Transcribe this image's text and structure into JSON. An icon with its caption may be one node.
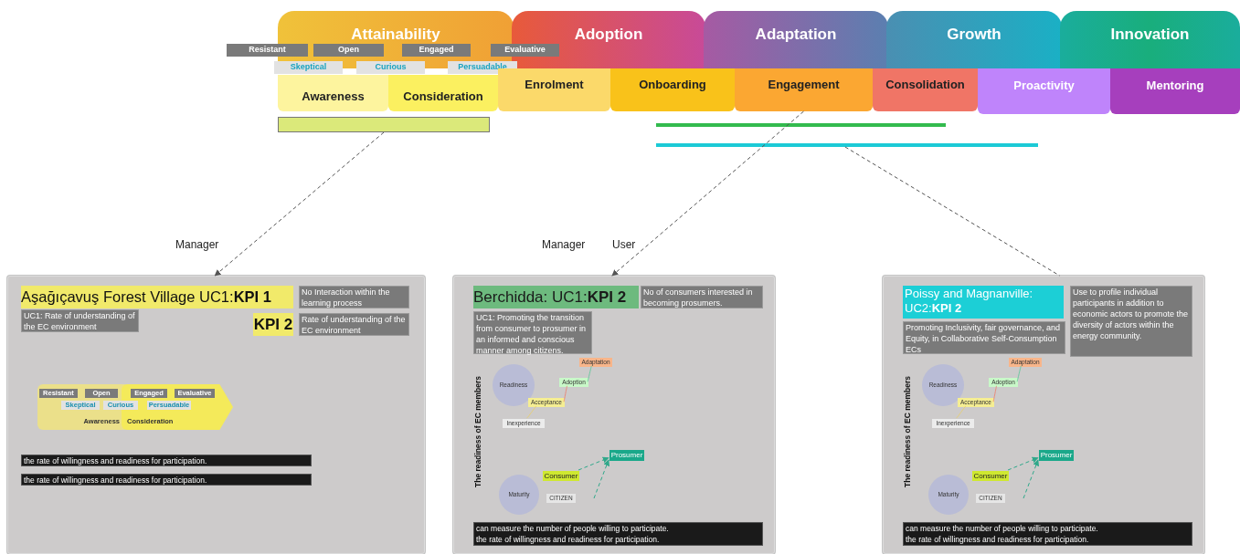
{
  "diagram": {
    "nodes": [
      {
        "text": [
          "Attainability"
        ]
      },
      {
        "text": [
          "Adoption"
        ]
      },
      {
        "text": [
          "Adaptation"
        ]
      },
      {
        "text": [
          "Growth"
        ]
      },
      {
        "text": [
          "Innovation"
        ]
      },
      {
        "text": [
          "Resistant"
        ]
      },
      {
        "text": [
          "Open"
        ],
        "in": 0
      },
      {
        "text": [
          "Engaged"
        ],
        "in": 0
      },
      {
        "text": [
          "Evaluative"
        ]
      },
      {
        "text": [
          "Skeptical"
        ]
      },
      {
        "text": [
          "Curious"
        ]
      },
      {
        "text": [
          "Persuadable"
        ]
      },
      {
        "text": [
          "Awareness"
        ]
      },
      {
        "text": [
          "Consideration"
        ]
      },
      {
        "text": [
          "Enrolment"
        ]
      },
      {
        "text": [
          "Onboarding"
        ]
      },
      {
        "text": [
          "Engagement"
        ]
      },
      {
        "text": [
          "Consolidation"
        ]
      },
      {
        "text": [
          "Proactivity"
        ]
      },
      {
        "text": [
          "Mentoring"
        ]
      },
      {
        "text": [],
        "shape": "bar"
      },
      {
        "text": [],
        "shape": "bar"
      },
      {
        "text": [],
        "shape": "bar"
      },
      {
        "text": [],
        "shape": "box"
      },
      {
        "text": [
          "Aşağıçavuş Forest Village UC1:**KPI 1**"
        ],
        "in": 23
      },
      {
        "text": [
          "No Interaction within the learning process"
        ],
        "in": 23
      },
      {
        "text": [
          "UC1: Rate of understanding of the EC environment"
        ],
        "in": 23
      },
      {
        "text": [
          "KPI 2"
        ],
        "in": 23
      },
      {
        "text": [
          "Rate of understanding of the EC environment"
        ],
        "in": 23
      },
      {
        "text": [
          "Awareness"
        ],
        "in": 23
      },
      {
        "text": [
          "Consideration"
        ],
        "in": 23
      },
      {
        "text": [
          "Resistant"
        ],
        "in": 29
      },
      {
        "text": [
          "Open"
        ],
        "in": 29
      },
      {
        "text": [
          "Engaged"
        ],
        "in": 30
      },
      {
        "text": [
          "Evaluative"
        ],
        "in": 30
      },
      {
        "text": [
          "Skeptical"
        ],
        "in": 29
      },
      {
        "text": [
          "Curious"
        ],
        "in": 23
      },
      {
        "text": [
          "Persuadable"
        ],
        "in": 30
      },
      {
        "text": [
          "the rate of willingness and readiness for participation."
        ],
        "in": 23
      },
      {
        "text": [
          "the rate of willingness and readiness for participation."
        ],
        "in": 23
      },
      {
        "text": [],
        "shape": "box"
      },
      {
        "text": [
          "Berchidda: UC1:**KPI 2**"
        ],
        "in": 40
      },
      {
        "text": [
          "No of consumers interested in becoming prosumers."
        ],
        "in": 40
      },
      {
        "text": [
          "UC1: Promoting the transition from consumer to prosumer in an informed and conscious manner among citizens."
        ],
        "in": 40
      },
      {
        "text": [
          "Readiness"
        ],
        "in": 40
      },
      {
        "text": [
          "Adaptation"
        ],
        "in": 40
      },
      {
        "text": [
          "Adoption"
        ],
        "in": 40
      },
      {
        "text": [
          "Acceptance"
        ],
        "in": 40
      },
      {
        "text": [
          "Inexperience"
        ],
        "in": 40
      },
      {
        "text": [
          "Prosumer"
        ],
        "in": 40
      },
      {
        "text": [
          "Consumer"
        ],
        "in": 40
      },
      {
        "text": [
          "Maturity"
        ],
        "in": 40
      },
      {
        "text": [
          "CITIZEN"
        ],
        "in": 40
      },
      {
        "text": [
          "can measure the number of people willing to participate.",
          "the rate of willingness and readiness for participation."
        ],
        "in": 40
      },
      {
        "text": [],
        "shape": "box"
      },
      {
        "text": [
          "Poissy and Magnanville: UC2:**KPI 2**"
        ],
        "in": 54
      },
      {
        "text": [
          "Use to profile individual participants in addition to economic actors to promote the diversity of actors within the energy community."
        ],
        "in": 54
      },
      {
        "text": [
          "Promoting Inclusivity, fair governance, and Equity, in Collaborative Self-Consumption ECs"
        ],
        "in": 54
      },
      {
        "text": [
          "Readiness"
        ],
        "in": 54
      },
      {
        "text": [
          "Adaptation"
        ],
        "in": 54
      },
      {
        "text": [
          "Adoption"
        ],
        "in": 54
      },
      {
        "text": [
          "Acceptance"
        ],
        "in": 54
      },
      {
        "text": [
          "Inexperience"
        ],
        "in": 54
      },
      {
        "text": [
          "Prosumer"
        ],
        "in": 54
      },
      {
        "text": [
          "Consumer"
        ],
        "in": 54
      },
      {
        "text": [
          "Maturity"
        ],
        "in": 54
      },
      {
        "text": [
          "CITIZEN"
        ],
        "in": 54
      },
      {
        "text": [
          "can measure the number of people willing to participate.",
          "the rate of willingness and readiness for participation."
        ],
        "in": 54
      }
    ],
    "edges": [
      {
        "from": 20,
        "to": 23,
        "arrow": "to",
        "style": "dashed"
      },
      {
        "from": 16,
        "to": 40,
        "arrow": "to",
        "style": "dashed"
      },
      {
        "from": 22,
        "to": 54,
        "arrow": "none",
        "style": "dashed"
      },
      {
        "from": 48,
        "to": 47,
        "arrow": "none",
        "color": "#e6cf7a"
      },
      {
        "from": 47,
        "to": 46,
        "arrow": "none",
        "color": "#e88a7a"
      },
      {
        "from": 46,
        "to": 45,
        "arrow": "none",
        "color": "#6cc9a0"
      },
      {
        "from": 50,
        "to": 49,
        "arrow": "to",
        "style": "dashed",
        "color": "#2fa88a"
      },
      {
        "from": null,
        "to": 49,
        "arrow": "to",
        "style": "dashed",
        "color": "#2fa88a"
      },
      {
        "from": 62,
        "to": 61,
        "arrow": "none",
        "color": "#e6cf7a"
      },
      {
        "from": 61,
        "to": 60,
        "arrow": "none",
        "color": "#e88a7a"
      },
      {
        "from": 60,
        "to": 59,
        "arrow": "none",
        "color": "#6cc9a0"
      },
      {
        "from": 64,
        "to": 63,
        "arrow": "to",
        "style": "dashed",
        "color": "#2fa88a"
      },
      {
        "from": null,
        "to": 63,
        "arrow": "to",
        "style": "dashed",
        "color": "#2fa88a"
      }
    ],
    "labels": [
      "Manager",
      "Manager",
      "User",
      "The readiness of EC members",
      "The readiness of EC members"
    ]
  }
}
